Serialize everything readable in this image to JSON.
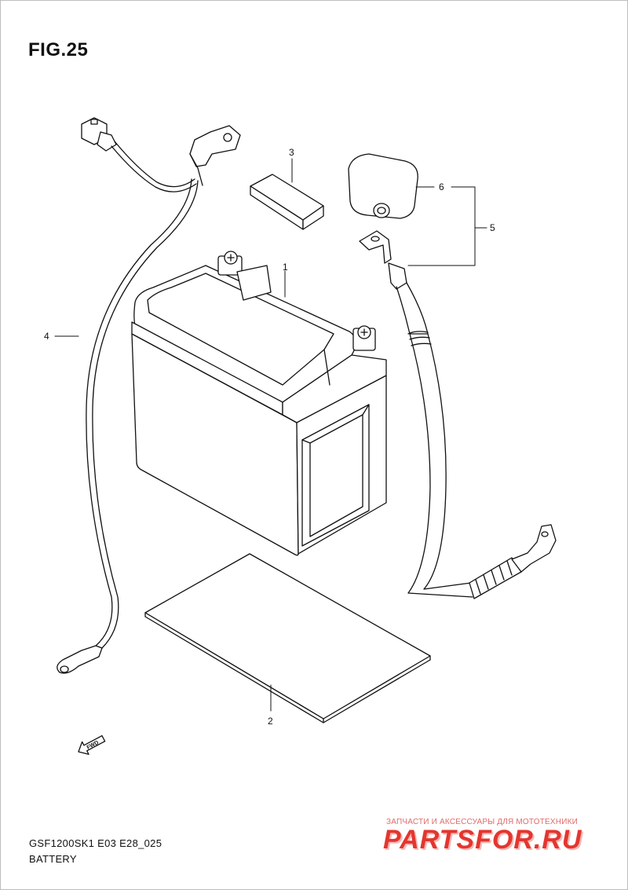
{
  "figure": {
    "title": "FIG.25",
    "model_code": "GSF1200SK1 E03 E28_025",
    "section_name": "BATTERY"
  },
  "callouts": [
    {
      "number": "1",
      "part": "battery"
    },
    {
      "number": "2",
      "part": "battery-tray-pad"
    },
    {
      "number": "3",
      "part": "spacer-block"
    },
    {
      "number": "4",
      "part": "negative-cable"
    },
    {
      "number": "5",
      "part": "positive-cable-assembly"
    },
    {
      "number": "6",
      "part": "terminal-cover"
    }
  ],
  "fwd_label": "FWD",
  "watermark": {
    "tagline": "ЗАПЧАСТИ И АКСЕССУАРЫ ДЛЯ МОТОТЕХНИКИ",
    "logo_text": "PARTSFOR.RU"
  },
  "colors": {
    "line": "#111111",
    "watermark": "#e3362f"
  }
}
